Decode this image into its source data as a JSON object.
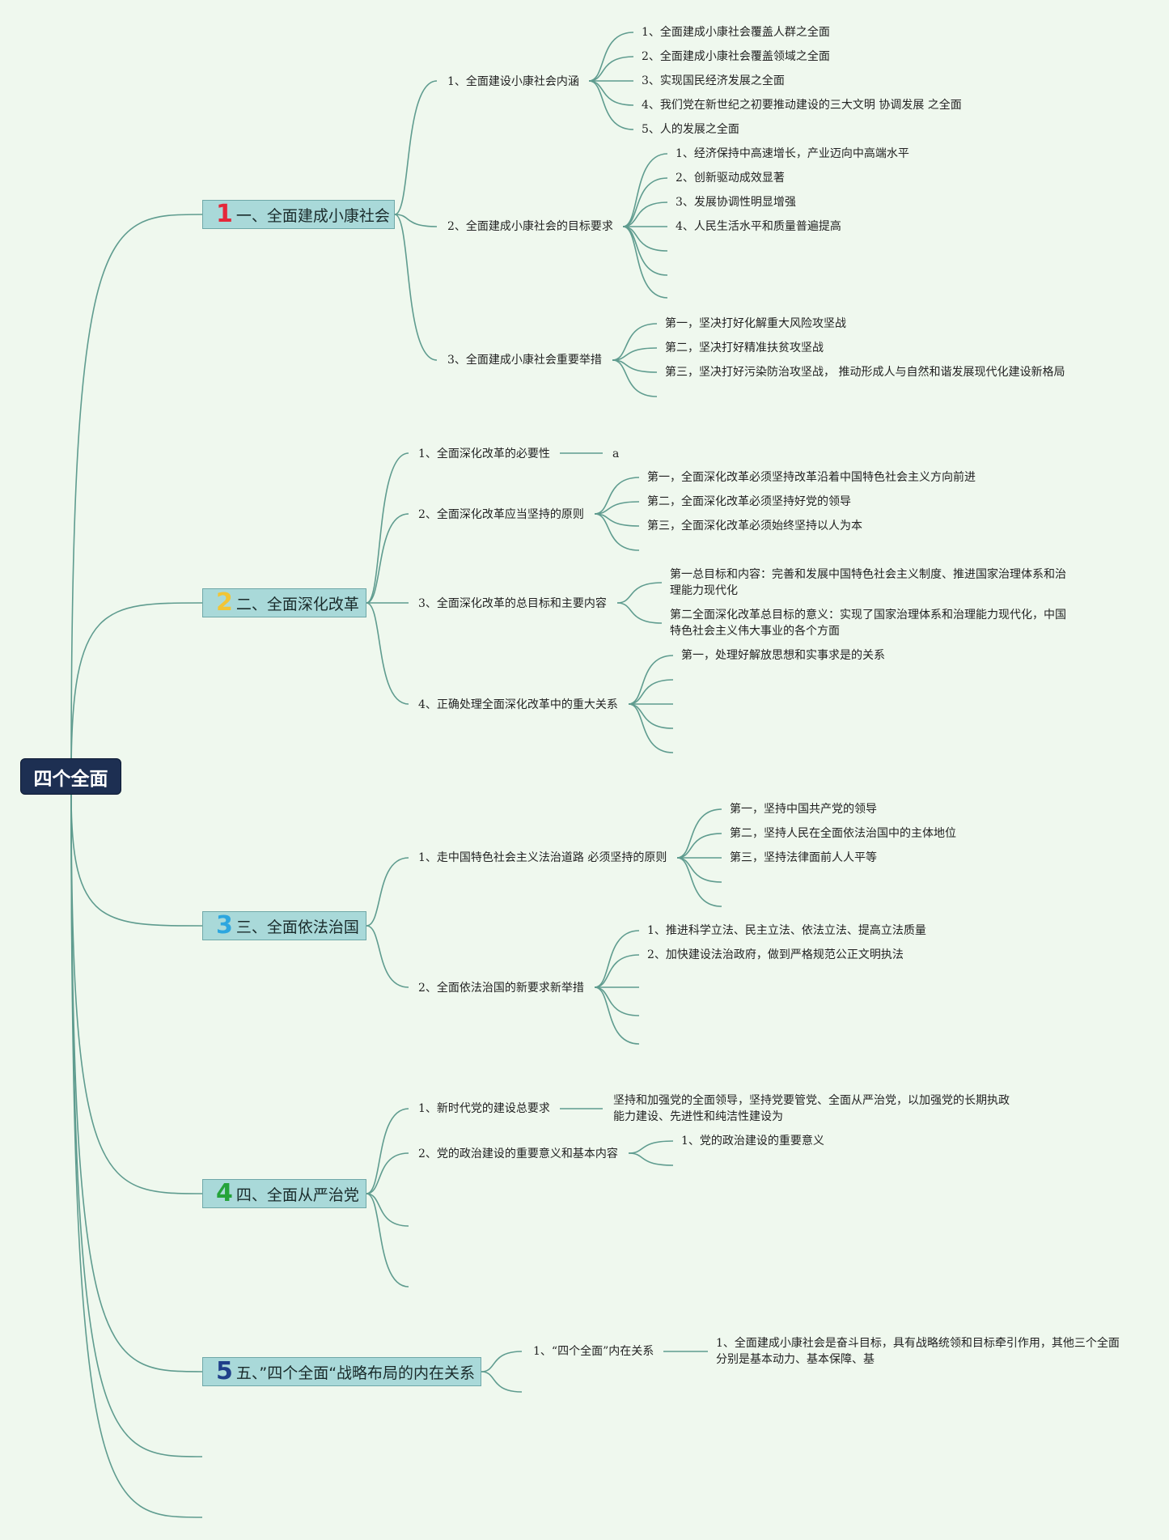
{
  "colors": {
    "background": "#eff8ee",
    "line": "#5f9c8f",
    "root_bg": "#1d2f52",
    "section_bg": "#a9d9d9",
    "num1": "#e5283a",
    "num2": "#f2c535",
    "num3": "#2da6df",
    "num4": "#25a33a",
    "num5": "#1f3f8a"
  },
  "root": "四个全面",
  "sections": [
    {
      "num": "1",
      "label": "一、全面建成小康社会",
      "children": [
        {
          "label": "1、全面建设小康社会内涵",
          "items": [
            "1、全面建成小康社会覆盖人群之全面",
            "2、全面建成小康社会覆盖领域之全面",
            "3、实现国民经济发展之全面",
            "4、我们党在新世纪之初要推动建设的三大文明 协调发展 之全面",
            "5、人的发展之全面"
          ]
        },
        {
          "label": "2、全面建成小康社会的目标要求",
          "items": [
            "1、经济保持中高速增长，产业迈向中高端水平",
            "2、创新驱动成效显著",
            "3、发展协调性明显增强",
            "4、人民生活水平和质量普遍提高"
          ]
        },
        {
          "label": "3、全面建成小康社会重要举措",
          "items": [
            "第一，坚决打好化解重大风险攻坚战",
            "第二，坚决打好精准扶贫攻坚战",
            "第三，坚决打好污染防治攻坚战， 推动形成人与自然和谐发展现代化建设新格局"
          ]
        }
      ]
    },
    {
      "num": "2",
      "label": "二、全面深化改革",
      "children": [
        {
          "label": "1、全面深化改革的必要性",
          "items": [
            "a"
          ]
        },
        {
          "label": "2、全面深化改革应当坚持的原则",
          "items": [
            "第一，全面深化改革必须坚持改革沿着中国特色社会主义方向前进",
            "第二，全面深化改革必须坚持好党的领导",
            "第三，全面深化改革必须始终坚持以人为本"
          ]
        },
        {
          "label": "3、全面深化改革的总目标和主要内容",
          "items": [
            "第一总目标和内容：完善和发展中国特色社会主义制度、推进国家治理体系和治理能力现代化",
            "第二全面深化改革总目标的意义：实现了国家治理体系和治理能力现代化，中国特色社会主义伟大事业的各个方面"
          ]
        },
        {
          "label": "4、正确处理全面深化改革中的重大关系",
          "items": [
            "第一，处理好解放思想和实事求是的关系"
          ]
        }
      ]
    },
    {
      "num": "3",
      "label": "三、全面依法治国",
      "children": [
        {
          "label": "1、走中国特色社会主义法治道路 必须坚持的原则",
          "items": [
            "第一，坚持中国共产党的领导",
            "第二，坚持人民在全面依法治国中的主体地位",
            "第三，坚持法律面前人人平等"
          ]
        },
        {
          "label": "2、全面依法治国的新要求新举措",
          "items": [
            "1、推进科学立法、民主立法、依法立法、提高立法质量",
            "2、加快建设法治政府，做到严格规范公正文明执法"
          ]
        }
      ]
    },
    {
      "num": "4",
      "label": "四、全面从严治党",
      "children": [
        {
          "label": "1、新时代党的建设总要求",
          "items": [
            "坚持和加强党的全面领导，坚持党要管党、全面从严治党，以加强党的长期执政能力建设、先进性和纯洁性建设为"
          ]
        },
        {
          "label": "2、党的政治建设的重要意义和基本内容",
          "items": [
            "1、党的政治建设的重要意义"
          ]
        }
      ]
    },
    {
      "num": "5",
      "label": "五、”四个全面“战略布局的内在关系",
      "children": [
        {
          "label": "1、“四个全面”内在关系",
          "items": [
            "1、全面建成小康社会是奋斗目标，具有战略统领和目标牵引作用，其他三个全面分别是基本动力、基本保障、基"
          ]
        }
      ]
    }
  ]
}
